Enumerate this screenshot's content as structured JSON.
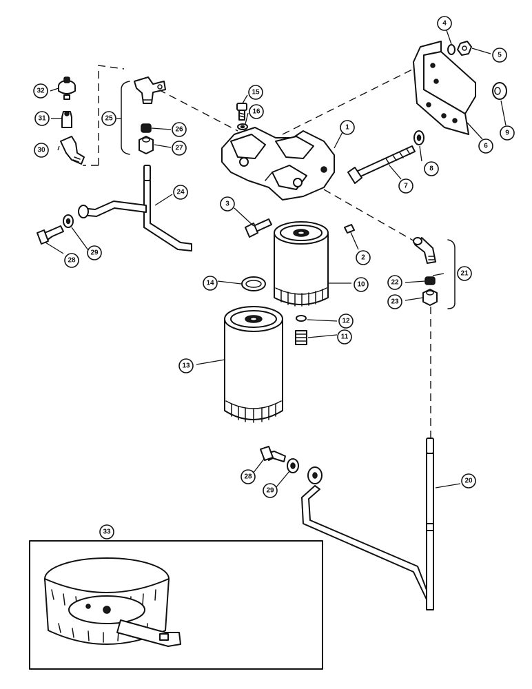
{
  "diagram": {
    "parts": [
      {
        "number": "1"
      },
      {
        "number": "2"
      },
      {
        "number": "3"
      },
      {
        "number": "4"
      },
      {
        "number": "5"
      },
      {
        "number": "6"
      },
      {
        "number": "7"
      },
      {
        "number": "8"
      },
      {
        "number": "9"
      },
      {
        "number": "10"
      },
      {
        "number": "11"
      },
      {
        "number": "12"
      },
      {
        "number": "13"
      },
      {
        "number": "14"
      },
      {
        "number": "15"
      },
      {
        "number": "16"
      },
      {
        "number": "20"
      },
      {
        "number": "21"
      },
      {
        "number": "22"
      },
      {
        "number": "23"
      },
      {
        "number": "24"
      },
      {
        "number": "25"
      },
      {
        "number": "26"
      },
      {
        "number": "27"
      },
      {
        "number": "28"
      },
      {
        "number": "29"
      },
      {
        "number": "30"
      },
      {
        "number": "31"
      },
      {
        "number": "32"
      },
      {
        "number": "33"
      }
    ],
    "callout_28_lower": "28",
    "callout_29_lower": "29"
  }
}
